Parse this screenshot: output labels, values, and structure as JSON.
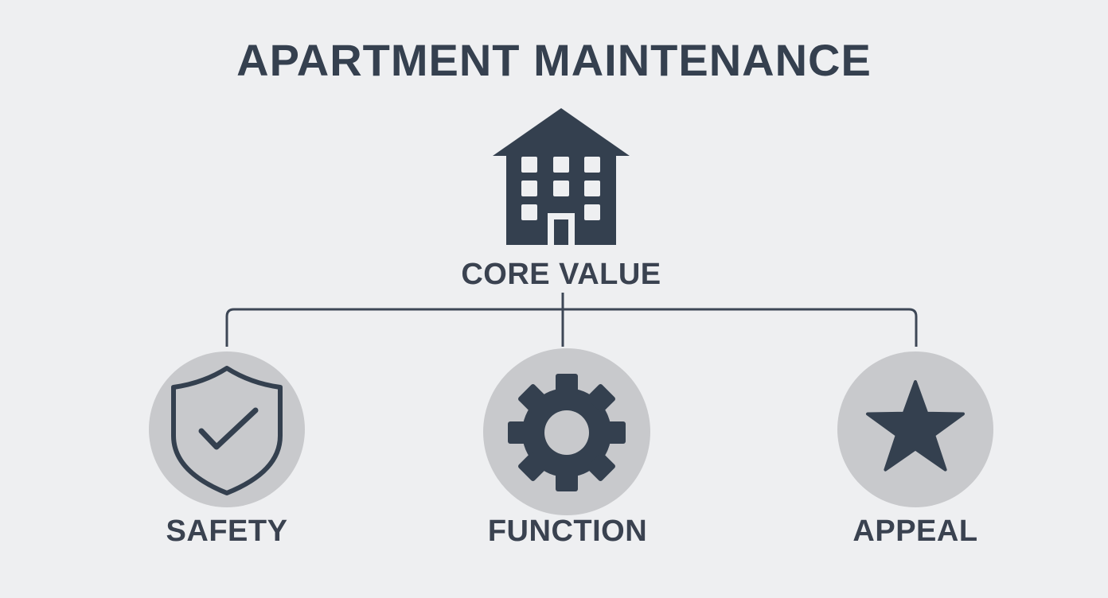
{
  "title": "APARTMENT MAINTENANCE",
  "root": {
    "label": "CORE VALUE",
    "icon": "apartment-building-icon"
  },
  "children": [
    {
      "label": "SAFETY",
      "icon": "shield-check-icon"
    },
    {
      "label": "FUNCTION",
      "icon": "gear-icon"
    },
    {
      "label": "APPEAL",
      "icon": "star-icon"
    }
  ],
  "colors": {
    "background": "#eeeff1",
    "icon": "#34404f",
    "circle": "#c8c9cc",
    "text": "#35404f"
  }
}
